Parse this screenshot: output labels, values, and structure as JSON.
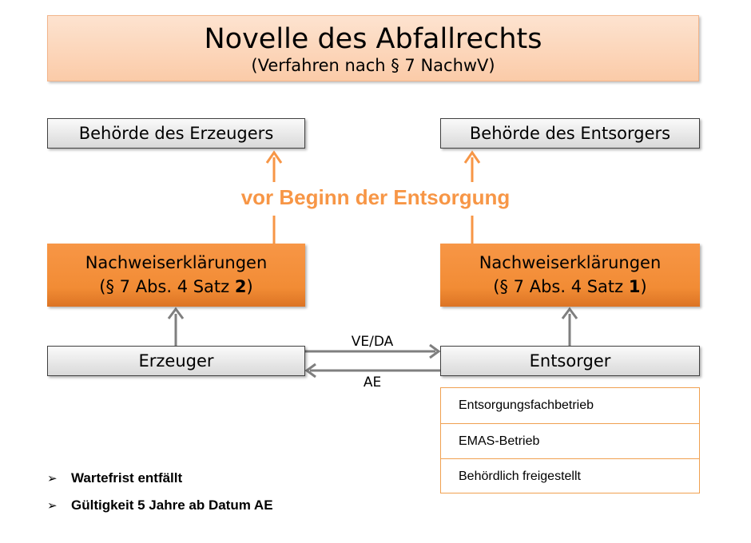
{
  "title": {
    "main": "Novelle des Abfallrechts",
    "sub": "(Verfahren nach § 7 NachwV)"
  },
  "authority_producer": "Behörde des Erzeugers",
  "authority_disposer": "Behörde des Entsorgers",
  "middle_label": "vor Beginn der Entsorgung",
  "declaration_left": {
    "line1": "Nachweiserklärungen",
    "line2_prefix": "(§ 7 Abs. 4 Satz ",
    "line2_bold": "2",
    "line2_suffix": ")"
  },
  "declaration_right": {
    "line1": "Nachweiserklärungen",
    "line2_prefix": "(§ 7 Abs. 4 Satz ",
    "line2_bold": "1",
    "line2_suffix": ")"
  },
  "producer": "Erzeuger",
  "disposer": "Entsorger",
  "flow_forward": "VE/DA",
  "flow_back": "AE",
  "disposer_types": [
    "Entsorgungsfachbetrieb",
    "EMAS-Betrieb",
    "Behördlich freigestellt"
  ],
  "bullets": [
    "Wartefrist entfällt",
    "Gültigkeit 5 Jahre ab Datum AE"
  ],
  "bullet_marker": "➢",
  "colors": {
    "orange_accent": "#f79646",
    "grey_arrow": "#7f7f7f",
    "title_bg": "#fbcba8"
  }
}
